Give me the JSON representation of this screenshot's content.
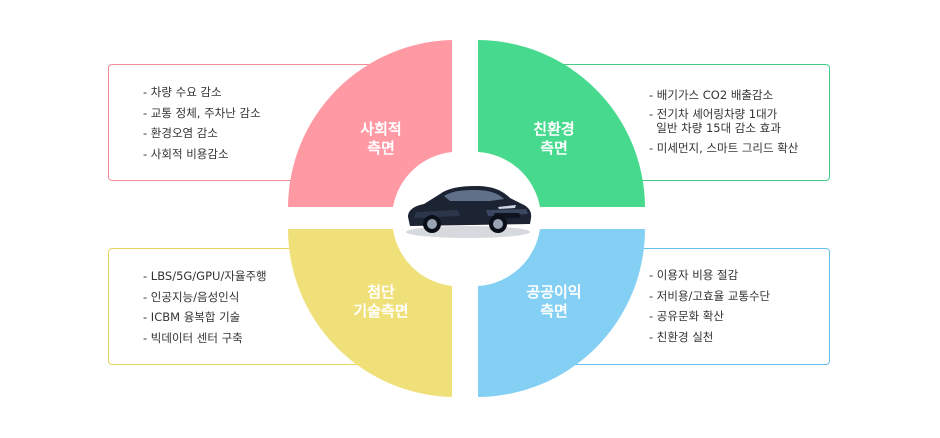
{
  "quadrants": {
    "social": {
      "title_line1": "사회적",
      "title_line2": "측면",
      "color": "#ff9aa5",
      "border": "#ef8d97",
      "items": [
        "- 차량 수요 감소",
        "- 교통 정체, 주차난 감소",
        "- 환경오염 감소",
        "- 사회적 비용감소"
      ]
    },
    "eco": {
      "title_line1": "친환경",
      "title_line2": "측면",
      "color": "#47d98d",
      "border": "#43cf87",
      "items": [
        "- 배기가스 CO2 배출감소",
        "- 전기차 셰어링차량 1대가\n  일반 차량 15대 감소 효과",
        "- 미세먼지, 스마트 그리드 확산"
      ]
    },
    "tech": {
      "title_line1": "첨단",
      "title_line2": "기술측면",
      "color": "#f0e07a",
      "border": "#e6d35a",
      "items": [
        "- LBS/5G/GPU/자율주행",
        "- 인공지능/음성인식",
        "- ICBM 융복합 기술",
        "- 빅데이터 센터 구축"
      ]
    },
    "public": {
      "title_line1": "공공이익",
      "title_line2": "측면",
      "color": "#84d0f4",
      "border": "#62c0ea",
      "items": [
        "- 이용자 비용 절감",
        "- 저비용/고효율 교통수단",
        "- 공유문화 확산",
        "- 친환경 실천"
      ]
    }
  },
  "center_icon": "car-icon"
}
